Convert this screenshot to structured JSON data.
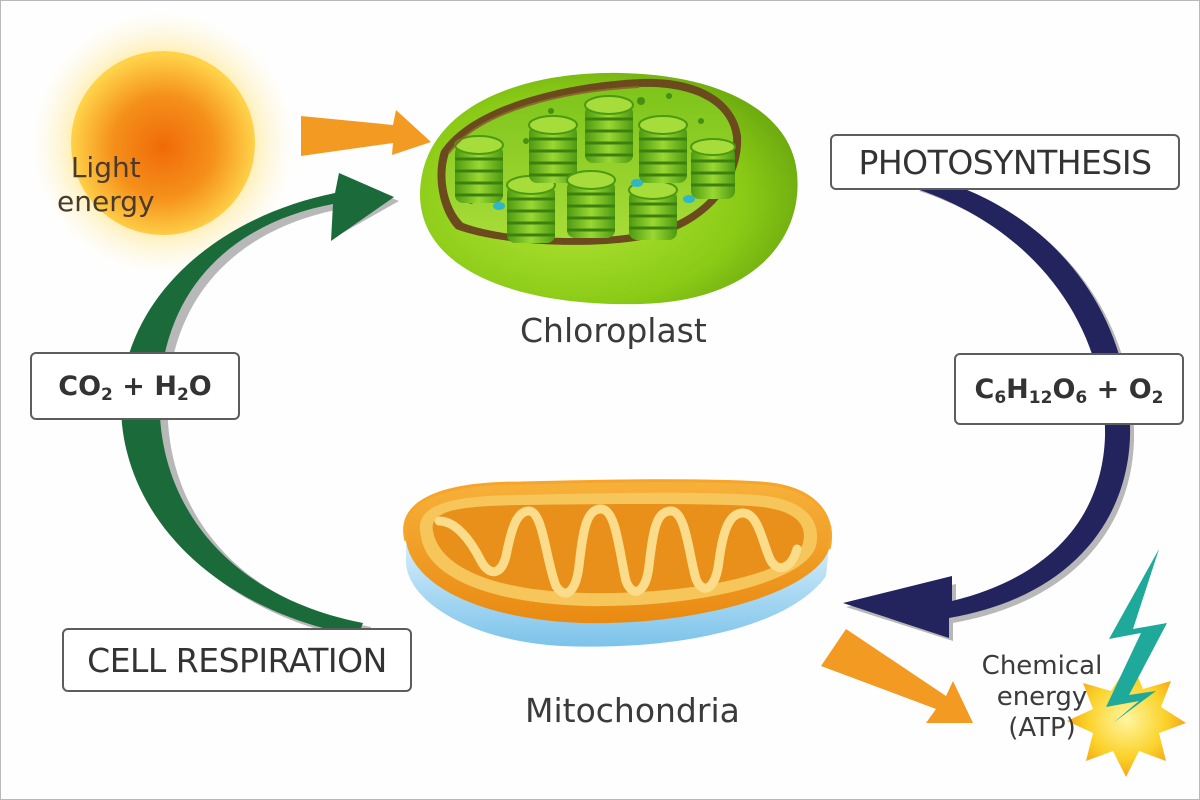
{
  "labels": {
    "light_energy": [
      "Light",
      "energy"
    ],
    "chloroplast": "Chloroplast",
    "mitochondria": "Mitochondria",
    "chemical_energy": [
      "Chemical",
      "energy",
      "(ATP)"
    ]
  },
  "boxes": {
    "photosynthesis": "PHOTOSYNTHESIS",
    "cell_respiration": "CELL RESPIRATION",
    "reactants": {
      "co": "CO",
      "co_sub": "2",
      "plus": " + ",
      "h": "H",
      "h_sub": "2",
      "o": "O"
    },
    "products": {
      "c": "C",
      "c_sub": "6",
      "h": "H",
      "h_sub": "12",
      "o": "O",
      "o_sub": "6",
      "plus": " + ",
      "o2": "O",
      "o2_sub": "2"
    }
  },
  "colors": {
    "sun_core": "#f07a10",
    "sun_glow": "#ffe27a",
    "chloroplast_green": "#8fd016",
    "thylakoid_green": "#5fae18",
    "mitochondria_orange": "#f29a18",
    "mitochondria_membrane": "#a9d8f2",
    "photosynthesis_arrow": "#23245e",
    "respiration_arrow": "#1b6a3a",
    "energy_arrow": "#f29a22",
    "lightning": "#1fa99b",
    "atp_star": "#f9c21a"
  },
  "icons": [
    "sun-icon",
    "chloroplast-icon",
    "mitochondria-icon",
    "lightning-icon",
    "starburst-icon"
  ]
}
